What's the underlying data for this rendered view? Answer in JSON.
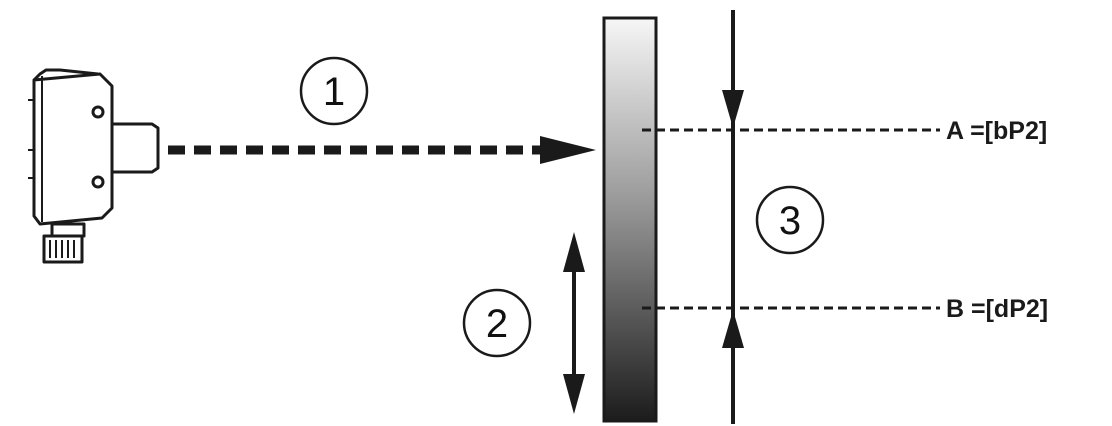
{
  "callouts": {
    "one": "1",
    "two": "2",
    "three": "3"
  },
  "levels": {
    "a": "A =[bP2]",
    "b": "B =[dP2]"
  },
  "colors": {
    "ink": "#1a1a1a",
    "target_gradient_top": "#f4f4f4",
    "target_gradient_bottom": "#1c1c1c"
  }
}
